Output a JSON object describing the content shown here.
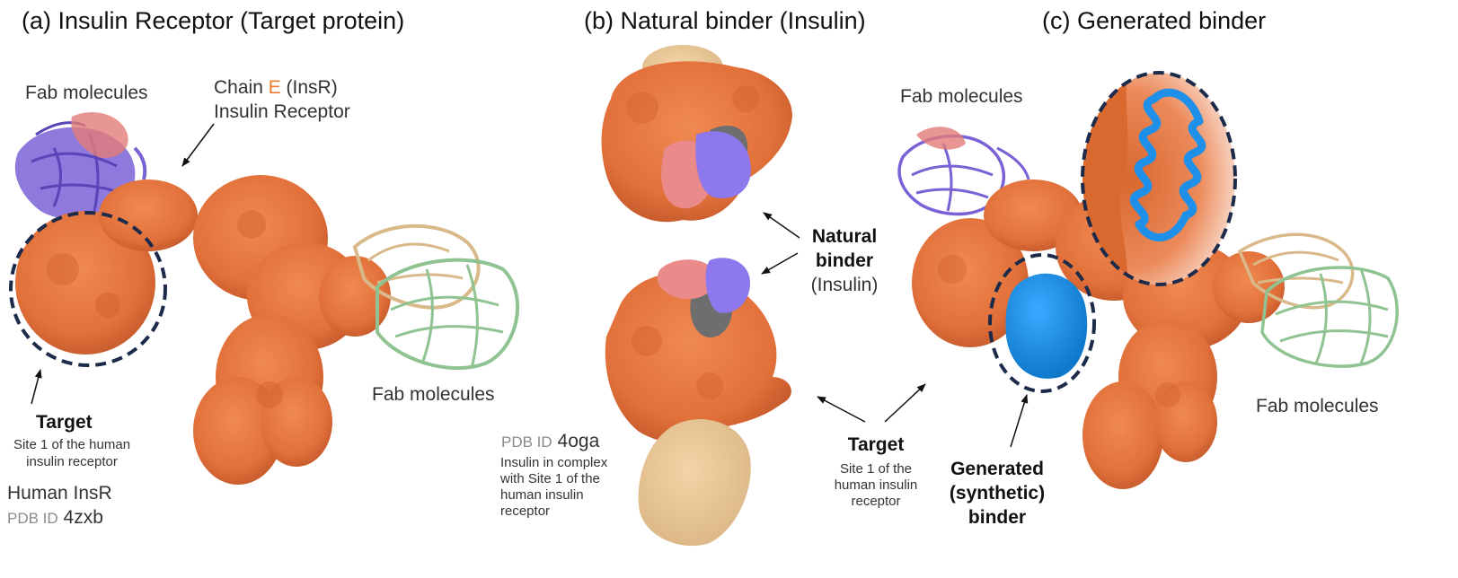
{
  "colors": {
    "receptor_orange": "#e77a45",
    "receptor_orange_dark": "#c75a28",
    "fab_purple": "#7a61d6",
    "fab_pink": "#e27c78",
    "fab_tan": "#d9b98a",
    "fab_green": "#8fc391",
    "insulin_pink": "#ea8a8a",
    "insulin_purple": "#8d78ee",
    "insulin_grey": "#6e6e6e",
    "binder_blue": "#1a8ee0",
    "helix_blue": "#1e90ea",
    "dashed_circle": "#1c2b4a",
    "chain_e_label": "#ee7a2f",
    "pdb_label_grey": "#8a8a8a"
  },
  "panels": {
    "a": {
      "title": "(a) Insulin Receptor (Target protein)",
      "fab_top": "Fab molecules",
      "chain_line1_pre": "Chain ",
      "chain_letter": "E",
      "chain_line1_post": " (InsR)",
      "chain_line2": "Insulin Receptor",
      "fab_right": "Fab molecules",
      "target_title": "Target",
      "target_line1": "Site 1 of the human",
      "target_line2": "insulin receptor",
      "human_insr": "Human InsR",
      "pdb_prefix": "PDB ID",
      "pdb_id": "4zxb"
    },
    "b": {
      "title": "(b) Natural binder (Insulin)",
      "natural_line1": "Natural",
      "natural_line2": "binder",
      "natural_line3": "(Insulin)",
      "pdb_prefix": "PDB ID",
      "pdb_id": "4oga",
      "desc_line1": "Insulin in complex",
      "desc_line2": "with Site 1 of the",
      "desc_line3": "human insulin",
      "desc_line4": "receptor"
    },
    "c": {
      "title": "(c) Generated binder",
      "fab_top": "Fab molecules",
      "fab_right": "Fab molecules",
      "target_title": "Target",
      "target_line1": "Site 1 of the",
      "target_line2": "human insulin",
      "target_line3": "receptor",
      "gen_line1": "Generated",
      "gen_line2": "(synthetic)",
      "gen_line3": "binder"
    }
  }
}
